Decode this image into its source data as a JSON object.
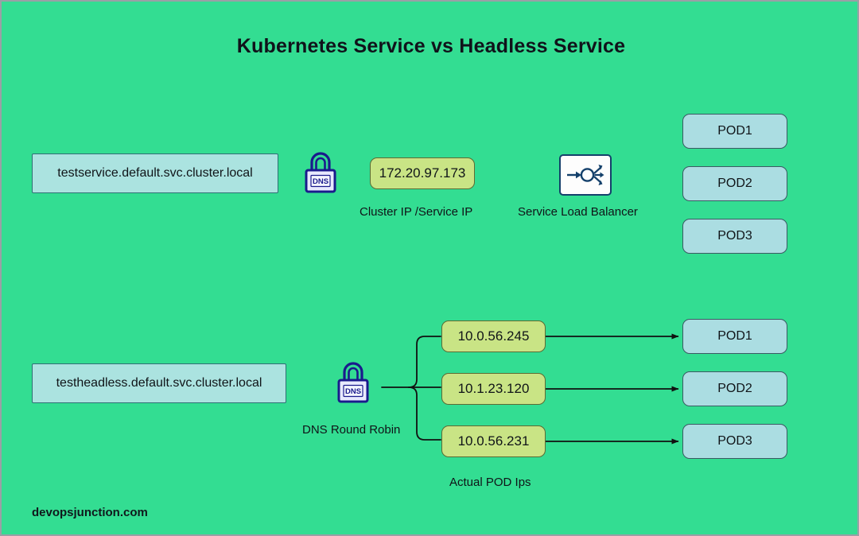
{
  "title": "Kubernetes Service vs Headless Service",
  "watermark": "devopsjunction.com",
  "colors": {
    "background": "#33dd92",
    "service_box": "#abe3e0",
    "pod_box": "#abdde2",
    "ip_box": "#c9e485",
    "icon_navy": "#1a1a8c",
    "lb_icon_navy": "#14406b",
    "wire": "#111111",
    "text": "#101418",
    "canvas_border": "#9aa0a6"
  },
  "service_row": {
    "service_name": "testservice.default.svc.cluster.local",
    "dns_icon_label": "DNS",
    "cluster_ip": "172.20.97.173",
    "cluster_ip_caption": "Cluster IP /Service IP",
    "load_balancer_caption": "Service Load Balancer",
    "pods": [
      {
        "label": "POD1"
      },
      {
        "label": "POD2"
      },
      {
        "label": "POD3"
      }
    ]
  },
  "headless_row": {
    "service_name": "testheadless.default.svc.cluster.local",
    "dns_icon_label": "DNS",
    "dns_caption": "DNS Round Robin",
    "pod_ips_caption": "Actual POD Ips",
    "pod_ips": [
      {
        "ip": "10.0.56.245",
        "pod": "POD1"
      },
      {
        "ip": "10.1.23.120",
        "pod": "POD2"
      },
      {
        "ip": "10.0.56.231",
        "pod": "POD3"
      }
    ]
  },
  "icons": {
    "dns_lock": "dns-lock-icon",
    "load_balancer": "load-balancer-icon"
  }
}
